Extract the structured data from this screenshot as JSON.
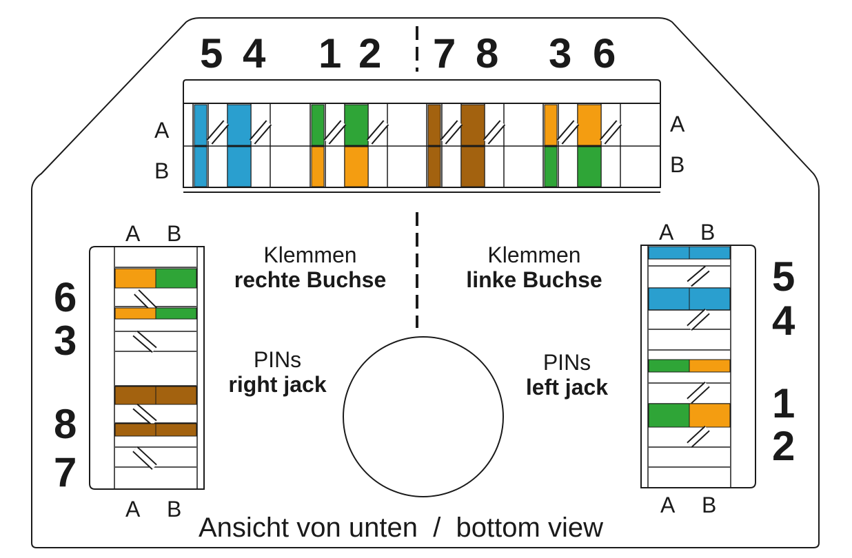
{
  "top": {
    "pins": [
      "5",
      "4",
      "1",
      "2",
      "7",
      "8",
      "3",
      "6"
    ],
    "left_row_labels": [
      "A",
      "B"
    ],
    "right_row_labels": [
      "A",
      "B"
    ]
  },
  "left_block": {
    "header": [
      "A",
      "B"
    ],
    "footer": [
      "A",
      "B"
    ],
    "pins": [
      "6",
      "3",
      "8",
      "7"
    ]
  },
  "right_block": {
    "header": [
      "A",
      "B"
    ],
    "footer": [
      "A",
      "B"
    ],
    "pins": [
      "5",
      "4",
      "1",
      "2"
    ]
  },
  "center": {
    "right_terminals": {
      "line1": "Klemmen",
      "line2": "rechte Buchse"
    },
    "left_terminals": {
      "line1": "Klemmen",
      "line2": "linke Buchse"
    },
    "right_pins": {
      "line1": "PINs",
      "line2": "right jack"
    },
    "left_pins": {
      "line1": "PINs",
      "line2": "left jack"
    }
  },
  "footer_caption": "Ansicht von unten  /  bottom view",
  "colors": {
    "blue": "#2a9fcf",
    "green": "#2fa537",
    "orange": "#f49d11",
    "brown": "#a3620f",
    "line": "#1a1a1a"
  }
}
